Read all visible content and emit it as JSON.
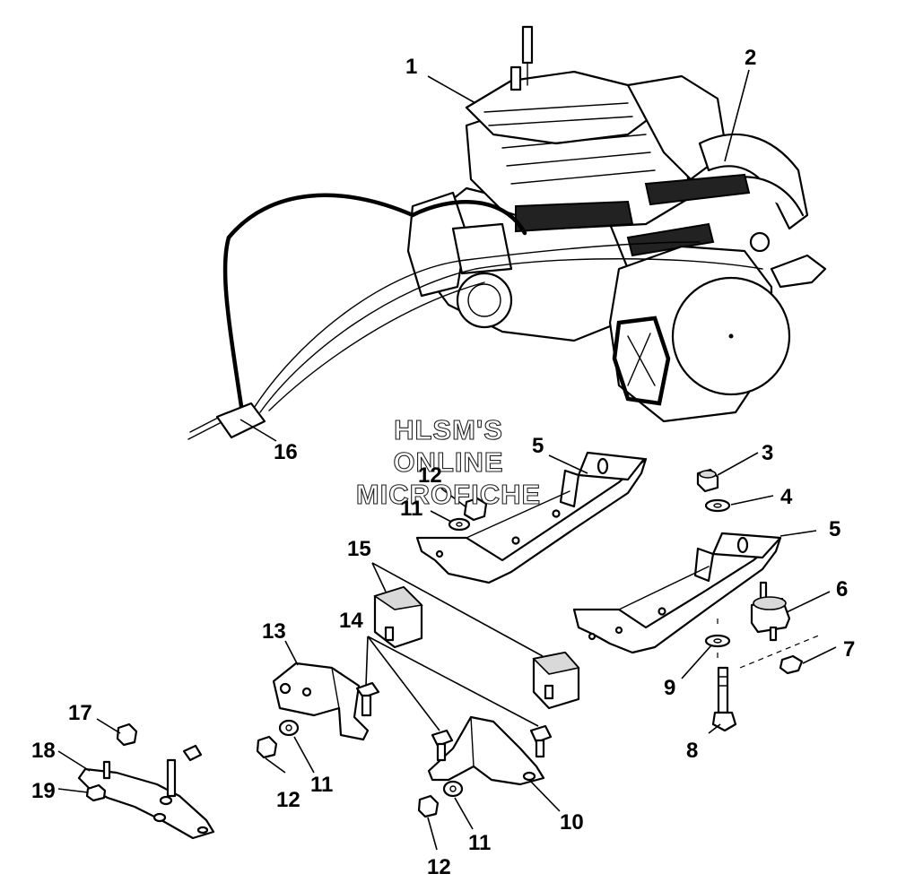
{
  "watermark": {
    "line1": "HLSM'S",
    "line2": "ONLINE",
    "line3": "MICROFICHE"
  },
  "callouts": [
    {
      "id": "c1",
      "label": "1"
    },
    {
      "id": "c2",
      "label": "2"
    },
    {
      "id": "c3",
      "label": "3"
    },
    {
      "id": "c4",
      "label": "4"
    },
    {
      "id": "c5a",
      "label": "5"
    },
    {
      "id": "c5b",
      "label": "5"
    },
    {
      "id": "c6",
      "label": "6"
    },
    {
      "id": "c7",
      "label": "7"
    },
    {
      "id": "c8",
      "label": "8"
    },
    {
      "id": "c9",
      "label": "9"
    },
    {
      "id": "c10",
      "label": "10"
    },
    {
      "id": "c11a",
      "label": "11"
    },
    {
      "id": "c11b",
      "label": "11"
    },
    {
      "id": "c11c",
      "label": "11"
    },
    {
      "id": "c12a",
      "label": "12"
    },
    {
      "id": "c12b",
      "label": "12"
    },
    {
      "id": "c12c",
      "label": "12"
    },
    {
      "id": "c13",
      "label": "13"
    },
    {
      "id": "c14",
      "label": "14"
    },
    {
      "id": "c15",
      "label": "15"
    },
    {
      "id": "c16",
      "label": "16"
    },
    {
      "id": "c17",
      "label": "17"
    },
    {
      "id": "c18",
      "label": "18"
    },
    {
      "id": "c19",
      "label": "19"
    }
  ]
}
